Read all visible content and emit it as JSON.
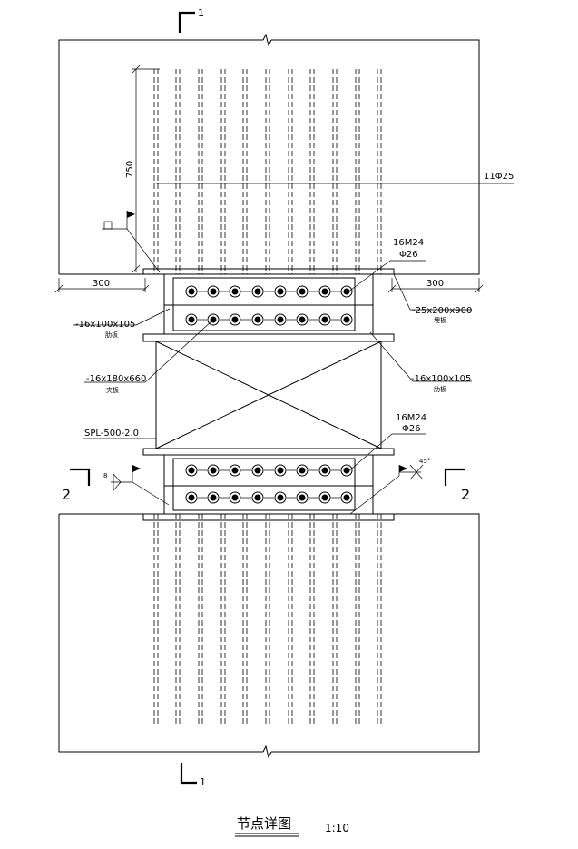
{
  "drawing": {
    "title": "节点详图",
    "scale": "1:10",
    "section_1_label": "1",
    "section_2_label": "2",
    "dim_750": "750",
    "dim_300_left": "300",
    "dim_300_right": "300",
    "rebar": "11Φ25",
    "bolts_top": "16M24",
    "bolts_top_hole": "Φ26",
    "bolts_bottom": "16M24",
    "bolts_bottom_hole": "Φ26",
    "embed_plate": "-25x200x900",
    "embed_plate_name": "埋板",
    "rib_left": "-16x100x105",
    "rib_left_name": "肋板",
    "rib_right": "-16x100x105",
    "rib_right_name": "肋板",
    "splice_plate": "-16x180x660",
    "splice_plate_name": "夹板",
    "spl": "SPL-500-2.0",
    "weld_size": "8",
    "weld_angle": "45°"
  }
}
